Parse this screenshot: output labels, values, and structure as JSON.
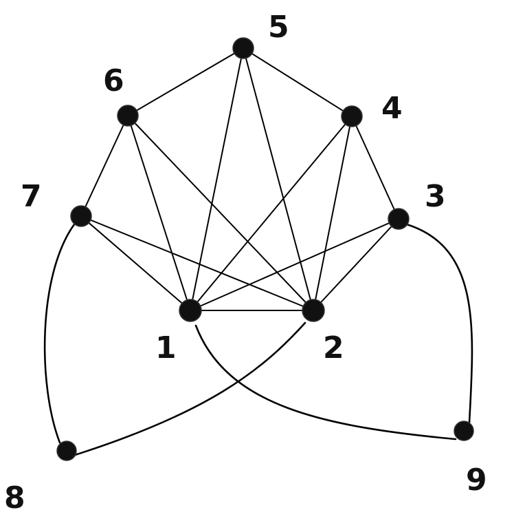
{
  "nodes": [
    {
      "id": "1",
      "label": "1"
    },
    {
      "id": "2",
      "label": "2"
    },
    {
      "id": "3",
      "label": "3"
    },
    {
      "id": "4",
      "label": "4"
    },
    {
      "id": "5",
      "label": "5"
    },
    {
      "id": "6",
      "label": "6"
    },
    {
      "id": "7",
      "label": "7"
    },
    {
      "id": "8",
      "label": "8"
    },
    {
      "id": "9",
      "label": "9"
    }
  ],
  "edges": [
    [
      "1",
      "2"
    ],
    [
      "1",
      "3"
    ],
    [
      "1",
      "4"
    ],
    [
      "1",
      "5"
    ],
    [
      "1",
      "6"
    ],
    [
      "1",
      "7"
    ],
    [
      "2",
      "3"
    ],
    [
      "2",
      "4"
    ],
    [
      "2",
      "5"
    ],
    [
      "2",
      "6"
    ],
    [
      "2",
      "7"
    ],
    [
      "3",
      "4"
    ],
    [
      "4",
      "5"
    ],
    [
      "5",
      "6"
    ],
    [
      "6",
      "7"
    ],
    [
      "1",
      "9"
    ],
    [
      "2",
      "8"
    ],
    [
      "3",
      "9"
    ],
    [
      "7",
      "8"
    ]
  ]
}
